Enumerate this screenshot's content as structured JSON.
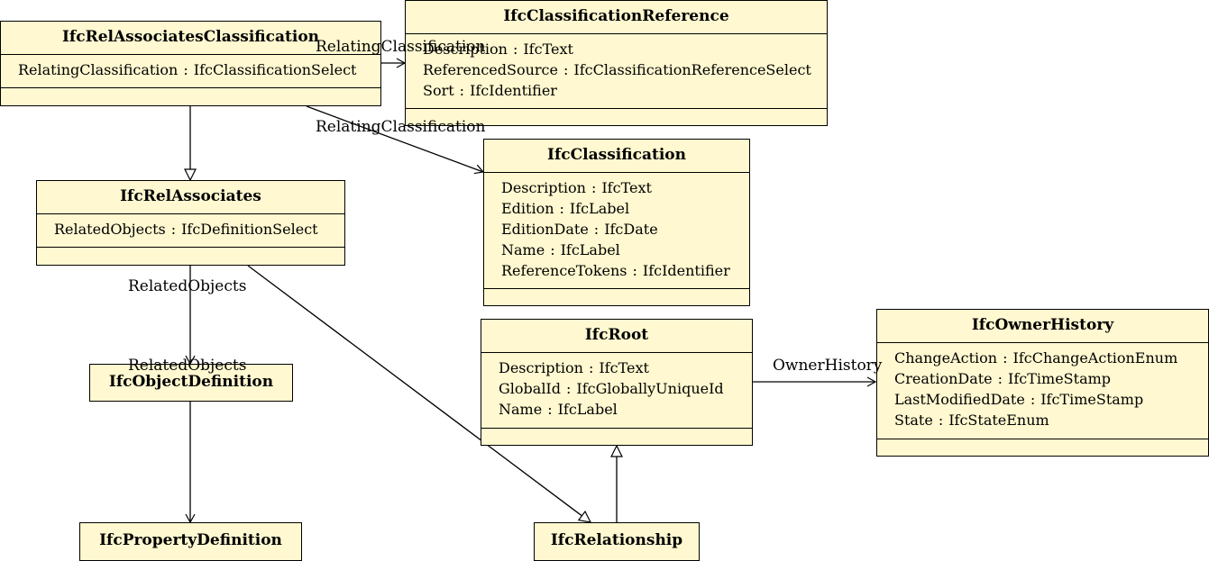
{
  "classes": {
    "rel_assoc_class": {
      "name": "IfcRelAssociatesClassification",
      "attributes": [
        {
          "name": "RelatingClassification",
          "type": "IfcClassificationSelect"
        }
      ]
    },
    "class_ref": {
      "name": "IfcClassificationReference",
      "attributes": [
        {
          "name": "Description",
          "type": "IfcText"
        },
        {
          "name": "ReferencedSource",
          "type": "IfcClassificationReferenceSelect"
        },
        {
          "name": "Sort",
          "type": "IfcIdentifier"
        }
      ]
    },
    "classification": {
      "name": "IfcClassification",
      "attributes": [
        {
          "name": "Description",
          "type": "IfcText"
        },
        {
          "name": "Edition",
          "type": "IfcLabel"
        },
        {
          "name": "EditionDate",
          "type": "IfcDate"
        },
        {
          "name": "Name",
          "type": "IfcLabel"
        },
        {
          "name": "ReferenceTokens",
          "type": "IfcIdentifier"
        }
      ]
    },
    "rel_associates": {
      "name": "IfcRelAssociates",
      "attributes": [
        {
          "name": "RelatedObjects",
          "type": "IfcDefinitionSelect"
        }
      ]
    },
    "root": {
      "name": "IfcRoot",
      "attributes": [
        {
          "name": "Description",
          "type": "IfcText"
        },
        {
          "name": "GlobalId",
          "type": "IfcGloballyUniqueId"
        },
        {
          "name": "Name",
          "type": "IfcLabel"
        }
      ]
    },
    "owner_history": {
      "name": "IfcOwnerHistory",
      "attributes": [
        {
          "name": "ChangeAction",
          "type": "IfcChangeActionEnum"
        },
        {
          "name": "CreationDate",
          "type": "IfcTimeStamp"
        },
        {
          "name": "LastModifiedDate",
          "type": "IfcTimeStamp"
        },
        {
          "name": "State",
          "type": "IfcStateEnum"
        }
      ]
    },
    "object_definition": {
      "name": "IfcObjectDefinition"
    },
    "property_definition": {
      "name": "IfcPropertyDefinition"
    },
    "relationship": {
      "name": "IfcRelationship"
    }
  },
  "edge_labels": {
    "relating_classification_1": "RelatingClassification",
    "relating_classification_2": "RelatingClassification",
    "related_objects_1": "RelatedObjects",
    "related_objects_2": "RelatedObjects",
    "owner_history": "OwnerHistory"
  },
  "attr_separator": ":"
}
